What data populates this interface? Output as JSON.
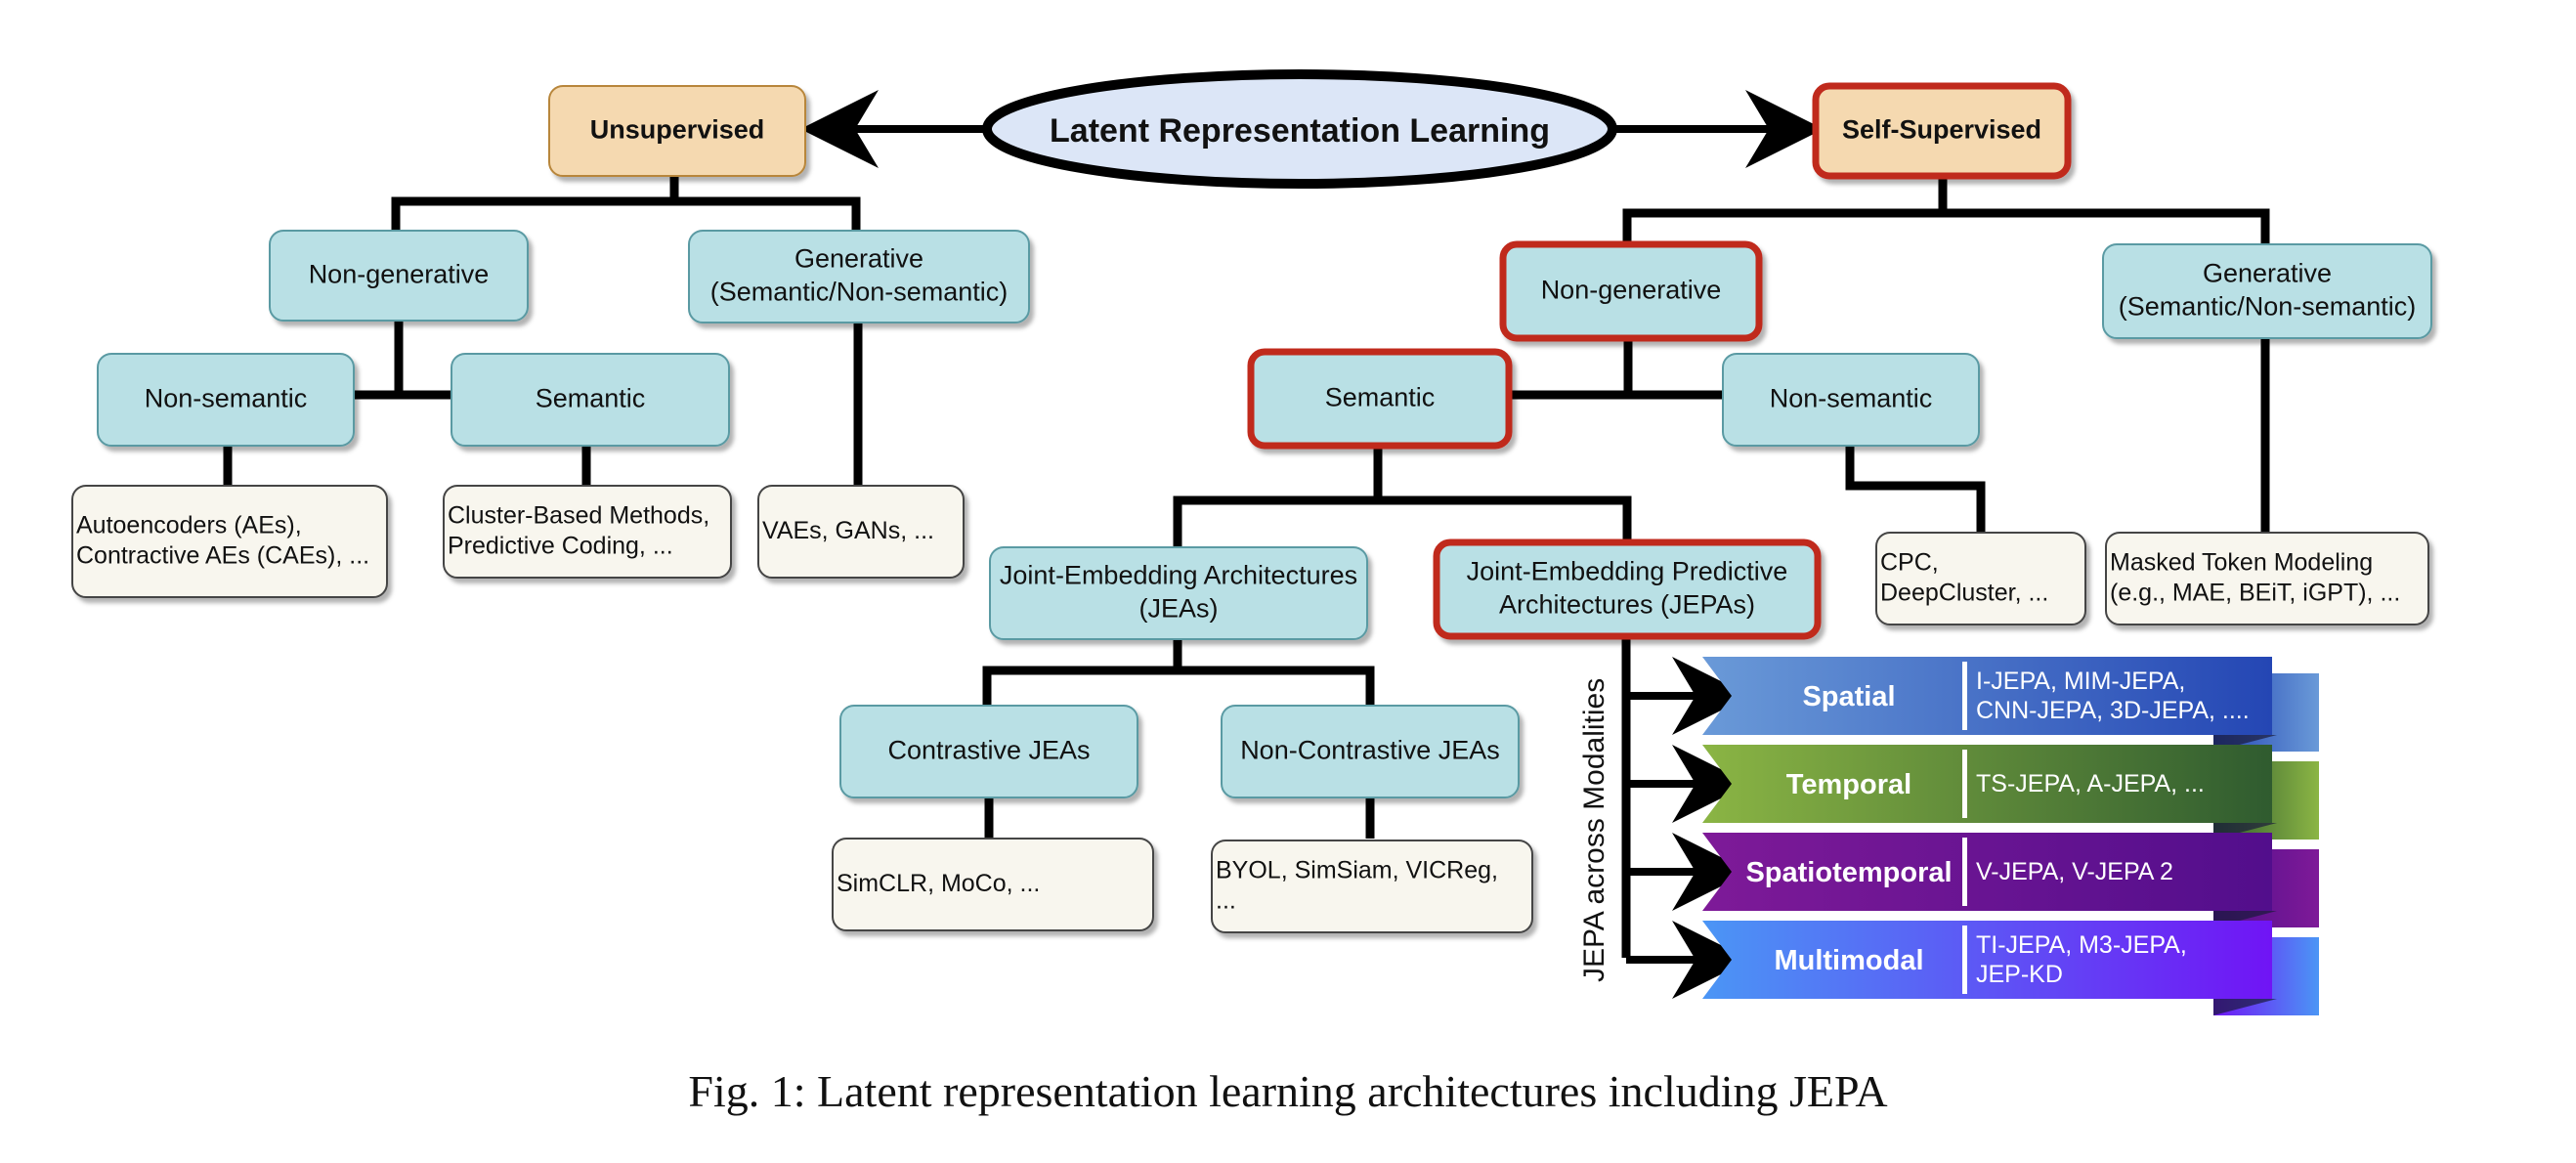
{
  "root": {
    "label": "Latent Representation Learning"
  },
  "colors": {
    "root_fill": "#dce6f7",
    "category_fill": "#f5d9b0",
    "category_stroke": "#b8863b",
    "node_fill": "#b9e0e5",
    "node_stroke": "#5a9aa3",
    "leaf_fill": "#f8f6ee",
    "leaf_stroke": "#444444",
    "highlight_stroke": "#c0291f",
    "connector": "#000000"
  },
  "unsupervised": {
    "label": "Unsupervised",
    "non_generative": {
      "label": "Non-generative",
      "non_semantic": {
        "label": "Non-semantic",
        "examples": [
          "Autoencoders (AEs),",
          "Contractive AEs (CAEs), ..."
        ]
      },
      "semantic": {
        "label": "Semantic",
        "examples": [
          "Cluster-Based Methods,",
          "Predictive Coding, ..."
        ]
      }
    },
    "generative": {
      "label_lines": [
        "Generative",
        "(Semantic/Non-semantic)"
      ],
      "examples": [
        "VAEs, GANs, ..."
      ]
    }
  },
  "self_supervised": {
    "label": "Self-Supervised",
    "non_generative": {
      "label": "Non-generative",
      "semantic": {
        "label": "Semantic",
        "jea": {
          "label_lines": [
            "Joint-Embedding Architectures",
            "(JEAs)"
          ],
          "contrastive": {
            "label": "Contrastive JEAs",
            "examples": [
              "SimCLR, MoCo, ..."
            ]
          },
          "non_contrastive": {
            "label": "Non-Contrastive JEAs",
            "examples": [
              "BYOL, SimSiam, VICReg,",
              "..."
            ]
          }
        },
        "jepa": {
          "label_lines": [
            "Joint-Embedding Predictive",
            "Architectures (JEPAs)"
          ],
          "axis_label": "JEPA across Modalities",
          "modalities": [
            {
              "name": "Spatial",
              "examples": [
                "I-JEPA, MIM-JEPA,",
                "CNN-JEPA, 3D-JEPA, ...."
              ],
              "color_start": "#6a9ad8",
              "color_end": "#2446b4"
            },
            {
              "name": "Temporal",
              "examples": [
                "TS-JEPA, A-JEPA, ..."
              ],
              "color_start": "#8bb544",
              "color_end": "#2f5b2f"
            },
            {
              "name": "Spatiotemporal",
              "examples": [
                "V-JEPA, V-JEPA 2"
              ],
              "color_start": "#7e1a98",
              "color_end": "#520e8c"
            },
            {
              "name": "Multimodal",
              "examples": [
                "TI-JEPA, M3-JEPA,",
                "JEP-KD"
              ],
              "color_start": "#4b96f5",
              "color_end": "#7014f5"
            }
          ]
        }
      },
      "non_semantic": {
        "label": "Non-semantic",
        "examples": [
          "CPC,",
          "DeepCluster, ..."
        ]
      }
    },
    "generative": {
      "label_lines": [
        "Generative",
        "(Semantic/Non-semantic)"
      ],
      "examples": [
        "Masked Token Modeling",
        "(e.g., MAE, BEiT, iGPT), ..."
      ]
    }
  },
  "caption": "Fig. 1: Latent representation learning architectures including JEPA"
}
